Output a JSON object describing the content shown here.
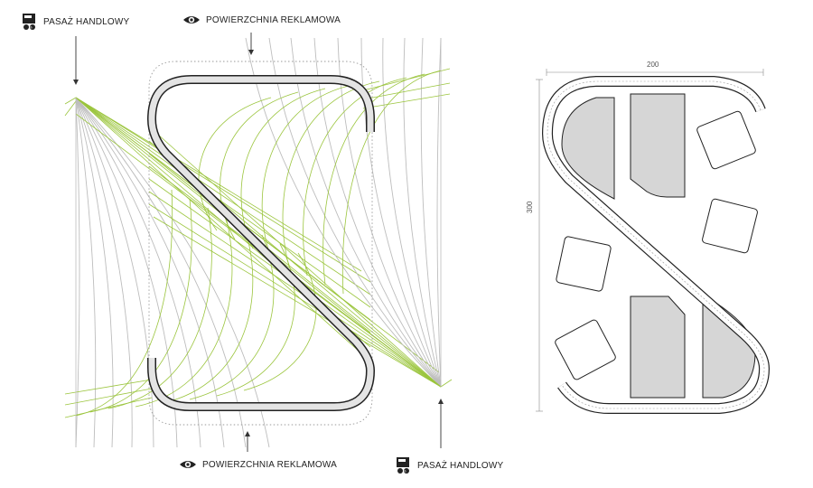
{
  "labels": {
    "shopping_top": "PASAŻ HANDLOWY",
    "ad_top": "POWIERZCHNIA REKLAMOWA",
    "ad_bottom": "POWIERZCHNIA REKLAMOWA",
    "shopping_bottom": "PASAŻ HANDLOWY"
  },
  "dimensions": {
    "width": "200",
    "height": "300"
  },
  "icons": {
    "shop": "shopping-bag-icon",
    "eye": "eye-icon"
  },
  "colors": {
    "green": "#9bc53d",
    "gray": "#bdbdbd",
    "panel": "#d6d6d6",
    "stroke": "#222222"
  }
}
